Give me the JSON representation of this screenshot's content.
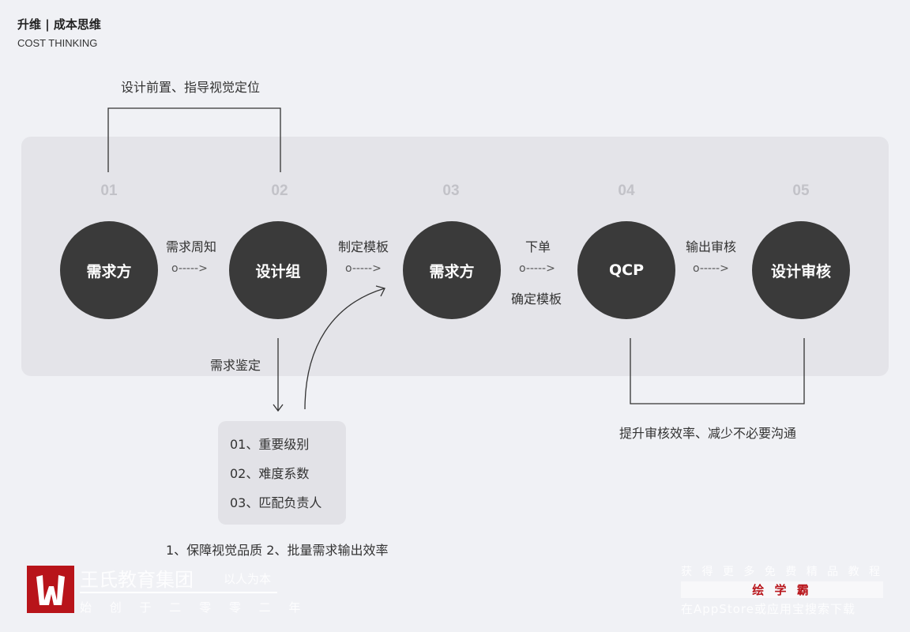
{
  "header": {
    "title": "升维 | 成本思维",
    "subtitle": "COST THINKING"
  },
  "top_bracket_label": "设计前置、指导视觉定位",
  "steps": [
    {
      "num": "01",
      "label": "需求方"
    },
    {
      "num": "02",
      "label": "设计组"
    },
    {
      "num": "03",
      "label": "需求方"
    },
    {
      "num": "04",
      "label": "QCP"
    },
    {
      "num": "05",
      "label": "设计审核"
    }
  ],
  "connectors": [
    {
      "label": "需求周知"
    },
    {
      "label": "制定模板"
    },
    {
      "label": "下单",
      "label2": "确定模板"
    },
    {
      "label": "输出审核"
    }
  ],
  "arrow_glyph": "o----->",
  "down_label": "需求鉴定",
  "detail_box": [
    "01、重要级别",
    "02、难度系数",
    "03、匹配负责人"
  ],
  "bottom_note": "1、保障视觉品质  2、批量需求输出效率",
  "bottom_bracket_label": "提升审核效率、减少不必要沟通",
  "watermark": {
    "org": "王氏教育集团",
    "motto": "以人为本",
    "since": "始 创 于 二 零 零 二 年",
    "promo": "获 得 更 多 免 费 精 品 教 程",
    "brand": "绘 学 霸",
    "download": "在AppStore或应用宝搜索下载"
  },
  "colors": {
    "circle": "#3a3a3a",
    "panel": "#e4e4e9",
    "brand_red": "#b8141a"
  }
}
